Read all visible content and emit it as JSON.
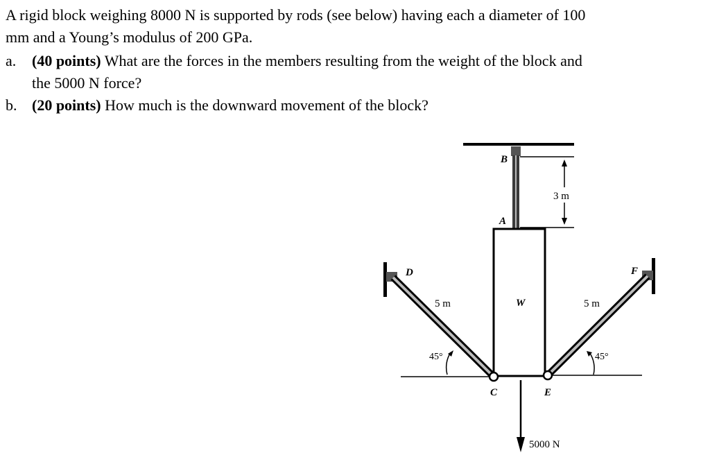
{
  "problem": {
    "intro_line1": "A rigid block weighing 8000 N is supported by rods (see below) having each a diameter of 100",
    "intro_line2": "mm and a Young’s modulus of 200 GPa.",
    "part_a": {
      "marker": "a.",
      "points": "(40 points)",
      "text_line1": " What are the forces in the members resulting from the weight of the block and",
      "text_line2": "the 5000 N force?"
    },
    "part_b": {
      "marker": "b.",
      "points": "(20 points)",
      "text": " How much is the downward movement of the block?"
    }
  },
  "figure": {
    "labels": {
      "B": "B",
      "A": "A",
      "D": "D",
      "F": "F",
      "C": "C",
      "E": "E",
      "W": "W"
    },
    "dims": {
      "rod_ab_length": "3 m",
      "rod_dc_length": "5 m",
      "rod_ef_length": "5 m",
      "angle_left": "45°",
      "angle_right": "45°"
    },
    "force": "5000 N"
  }
}
